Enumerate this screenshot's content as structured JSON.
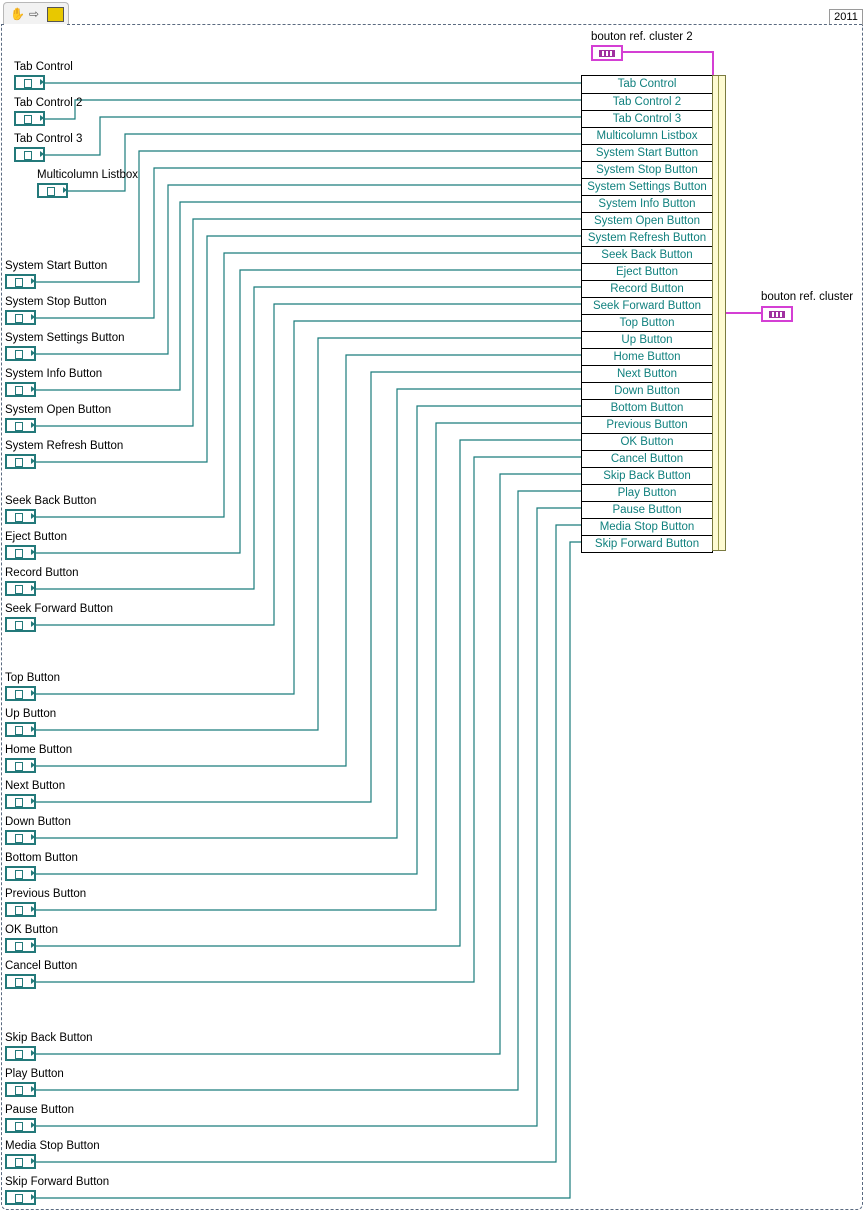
{
  "version": "2011",
  "toolbar": {
    "icons": [
      "hand-icon",
      "arrow-right-icon",
      "run-highlight-icon"
    ]
  },
  "colors": {
    "refnum_wire": "#1a7c7c",
    "cluster_wire": "#d43fd4",
    "bundler_text": "#10807e"
  },
  "cluster_in": {
    "label": "bouton ref. cluster 2"
  },
  "cluster_out": {
    "label": "bouton ref. cluster"
  },
  "controls": [
    {
      "label": "Tab Control"
    },
    {
      "label": "Tab Control 2"
    },
    {
      "label": "Tab Control 3"
    },
    {
      "label": "Multicolumn Listbox"
    },
    {
      "label": "System Start Button"
    },
    {
      "label": "System Stop Button"
    },
    {
      "label": "System Settings Button"
    },
    {
      "label": "System Info Button"
    },
    {
      "label": "System Open Button"
    },
    {
      "label": "System Refresh Button"
    },
    {
      "label": "Seek Back Button"
    },
    {
      "label": "Eject Button"
    },
    {
      "label": "Record Button"
    },
    {
      "label": "Seek Forward Button"
    },
    {
      "label": "Top Button"
    },
    {
      "label": "Up Button"
    },
    {
      "label": "Home Button"
    },
    {
      "label": "Next Button"
    },
    {
      "label": "Down Button"
    },
    {
      "label": "Bottom Button"
    },
    {
      "label": "Previous Button"
    },
    {
      "label": "OK Button"
    },
    {
      "label": "Cancel Button"
    },
    {
      "label": "Skip Back Button"
    },
    {
      "label": "Play Button"
    },
    {
      "label": "Pause Button"
    },
    {
      "label": "Media Stop Button"
    },
    {
      "label": "Skip Forward Button"
    }
  ],
  "bundler": {
    "rows": [
      "Tab Control",
      "Tab Control 2",
      "Tab Control 3",
      "Multicolumn Listbox",
      "System Start Button",
      "System Stop Button",
      "System Settings Button",
      "System Info Button",
      "System Open Button",
      "System Refresh Button",
      "Seek Back Button",
      "Eject Button",
      "Record Button",
      "Seek Forward Button",
      "Top Button",
      "Up Button",
      "Home Button",
      "Next Button",
      "Down Button",
      "Bottom Button",
      "Previous Button",
      "OK Button",
      "Cancel Button",
      "Skip Back Button",
      "Play Button",
      "Pause Button",
      "Media Stop Button",
      "Skip Forward Button"
    ]
  }
}
